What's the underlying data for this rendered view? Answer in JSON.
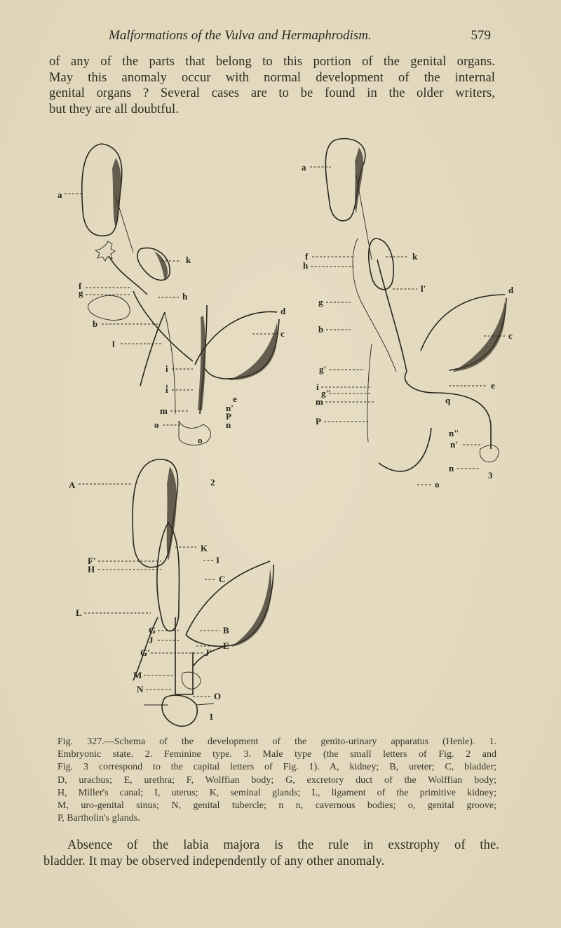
{
  "header": {
    "running_title": "Malformations of the Vulva and Hermaphrodism.",
    "page_number": "579"
  },
  "paragraph_1": {
    "lines": [
      "of any of the parts that belong to this portion of the genital organs.",
      "May this anomaly occur with normal development of the internal",
      "genital organs ?   Several cases are to be found in the older writers,",
      "but they are all doubtful."
    ]
  },
  "figure": {
    "number": "327",
    "panels": [
      {
        "id": "1",
        "title": "Embryonic state",
        "labels": [
          "A",
          "K",
          "F'",
          "H",
          "L",
          "B",
          "G",
          "J",
          "G'",
          "M",
          "N",
          "I",
          "C",
          "B",
          "E",
          "J'",
          "O"
        ]
      },
      {
        "id": "2",
        "title": "Feminine type",
        "labels": [
          "a",
          "k",
          "f",
          "g",
          "h",
          "b",
          "l",
          "i",
          "i\"",
          "m",
          "o",
          "e",
          "n'",
          "P",
          "n",
          "o",
          "d",
          "c"
        ]
      },
      {
        "id": "3",
        "title": "Male type",
        "labels": [
          "a",
          "f",
          "h",
          "k",
          "l'",
          "g",
          "b",
          "d",
          "c",
          "g'",
          "i",
          "g\"",
          "m",
          "e",
          "q",
          "P",
          "n\"",
          "n'",
          "n",
          "o"
        ]
      }
    ]
  },
  "caption": {
    "lines": [
      "Fig. 327.—Schema of the development of the genito-urinary apparatus (Henle). 1.",
      "Embryonic state.  2. Feminine type.  3. Male type (the small letters of Fig. 2 and",
      "Fig. 3 correspond to the capital letters of Fig. 1).  A, kidney;  B, ureter;  C, bladder;",
      "D, urachus;  E, urethra;  F, Wolffian body;  G, excretory duct of the Wolffian body;",
      "H, Miller's canal;  I, uterus;  K, seminal glands;  L, ligament of the primitive kidney;",
      "M, uro-genital sinus;  N, genital tubercle;  n n, cavernous bodies;  o, genital groove;",
      "P, Bartholin's glands."
    ],
    "legend": [
      {
        "key": "A",
        "meaning": "kidney"
      },
      {
        "key": "B",
        "meaning": "ureter"
      },
      {
        "key": "C",
        "meaning": "bladder"
      },
      {
        "key": "D",
        "meaning": "urachus"
      },
      {
        "key": "E",
        "meaning": "urethra"
      },
      {
        "key": "F",
        "meaning": "Wolffian body"
      },
      {
        "key": "G",
        "meaning": "excretory duct of the Wolffian body"
      },
      {
        "key": "H",
        "meaning": "Miller's canal"
      },
      {
        "key": "I",
        "meaning": "uterus"
      },
      {
        "key": "K",
        "meaning": "seminal glands"
      },
      {
        "key": "L",
        "meaning": "ligament of the primitive kidney"
      },
      {
        "key": "M",
        "meaning": "uro-genital sinus"
      },
      {
        "key": "N",
        "meaning": "genital tubercle"
      },
      {
        "key": "n n",
        "meaning": "cavernous bodies"
      },
      {
        "key": "o",
        "meaning": "genital groove"
      },
      {
        "key": "P",
        "meaning": "Bartholin's glands"
      }
    ]
  },
  "paragraph_2": {
    "lines": [
      "Absence of the labia majora is the rule in exstrophy of the.",
      "bladder.  It may be observed independently of any other anomaly."
    ]
  },
  "colors": {
    "paper": "#e3dac0",
    "ink": "#2f2a22"
  }
}
